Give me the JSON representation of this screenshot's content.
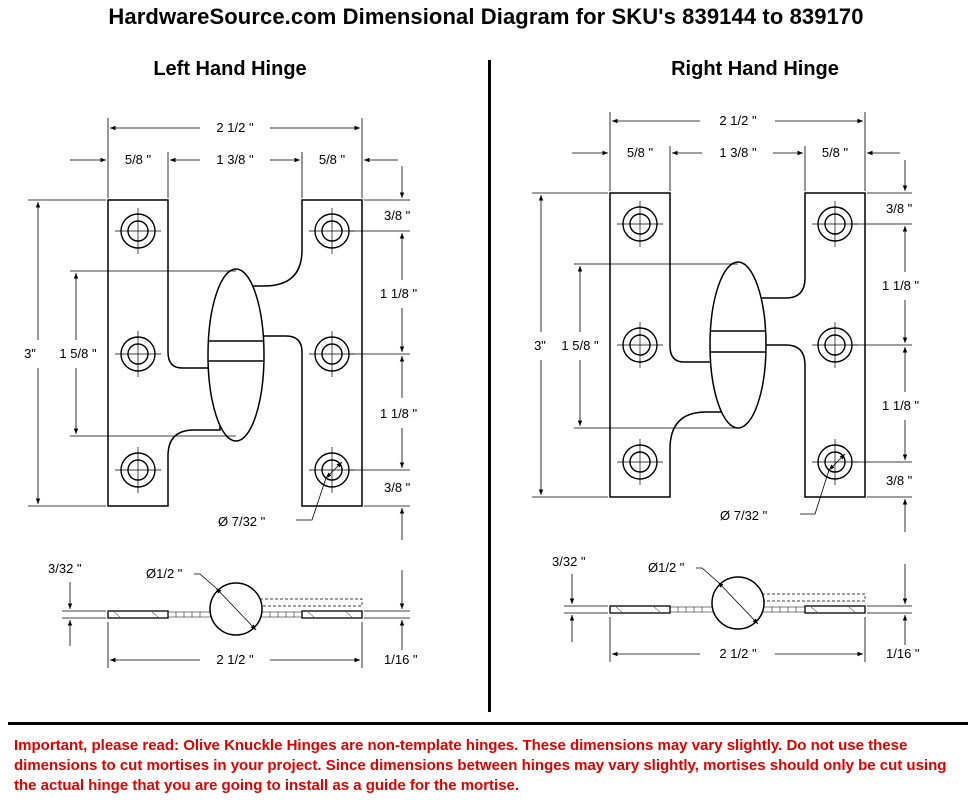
{
  "title": "HardwareSource.com Dimensional Diagram for SKU's 839144 to 839170",
  "panels": [
    {
      "title": "Left Hand Hinge",
      "dims": {
        "overall_width": "2 1/2 \"",
        "leaf_width_left": "5/8 \"",
        "gap": "1 3/8 \"",
        "leaf_width_right": "5/8 \"",
        "top_hole_offset": "3/8 \"",
        "hole_spacing_upper": "1 1/8 \"",
        "hole_spacing_lower": "1 1/8 \"",
        "bottom_hole_offset": "3/8 \"",
        "height": "3\"",
        "knuckle_height": "1 5/8 \"",
        "hole_diameter": "Ø 7/32 \"",
        "side_height": "3/32 \"",
        "knuckle_diameter": "Ø1/2 \"",
        "side_width": "2 1/2 \"",
        "leaf_thickness": "1/16 \""
      }
    },
    {
      "title": "Right Hand Hinge",
      "dims": {
        "overall_width": "2 1/2 \"",
        "leaf_width_left": "5/8 \"",
        "gap": "1 3/8 \"",
        "leaf_width_right": "5/8 \"",
        "top_hole_offset": "3/8 \"",
        "hole_spacing_upper": "1 1/8 \"",
        "hole_spacing_lower": "1 1/8 \"",
        "bottom_hole_offset": "3/8 \"",
        "height": "3\"",
        "knuckle_height": "1 5/8 \"",
        "hole_diameter": "Ø 7/32 \"",
        "side_height": "3/32 \"",
        "knuckle_diameter": "Ø1/2 \"",
        "side_width": "2 1/2 \"",
        "leaf_thickness": "1/16 \""
      }
    }
  ],
  "notice": "Important, please read: Olive Knuckle Hinges are non-template hinges. These dimensions may vary slightly. Do not use these dimensions to cut mortises in your project. Since dimensions between hinges may vary slightly, mortises should only be cut using the actual hinge that you are going to install as a guide for the mortise."
}
